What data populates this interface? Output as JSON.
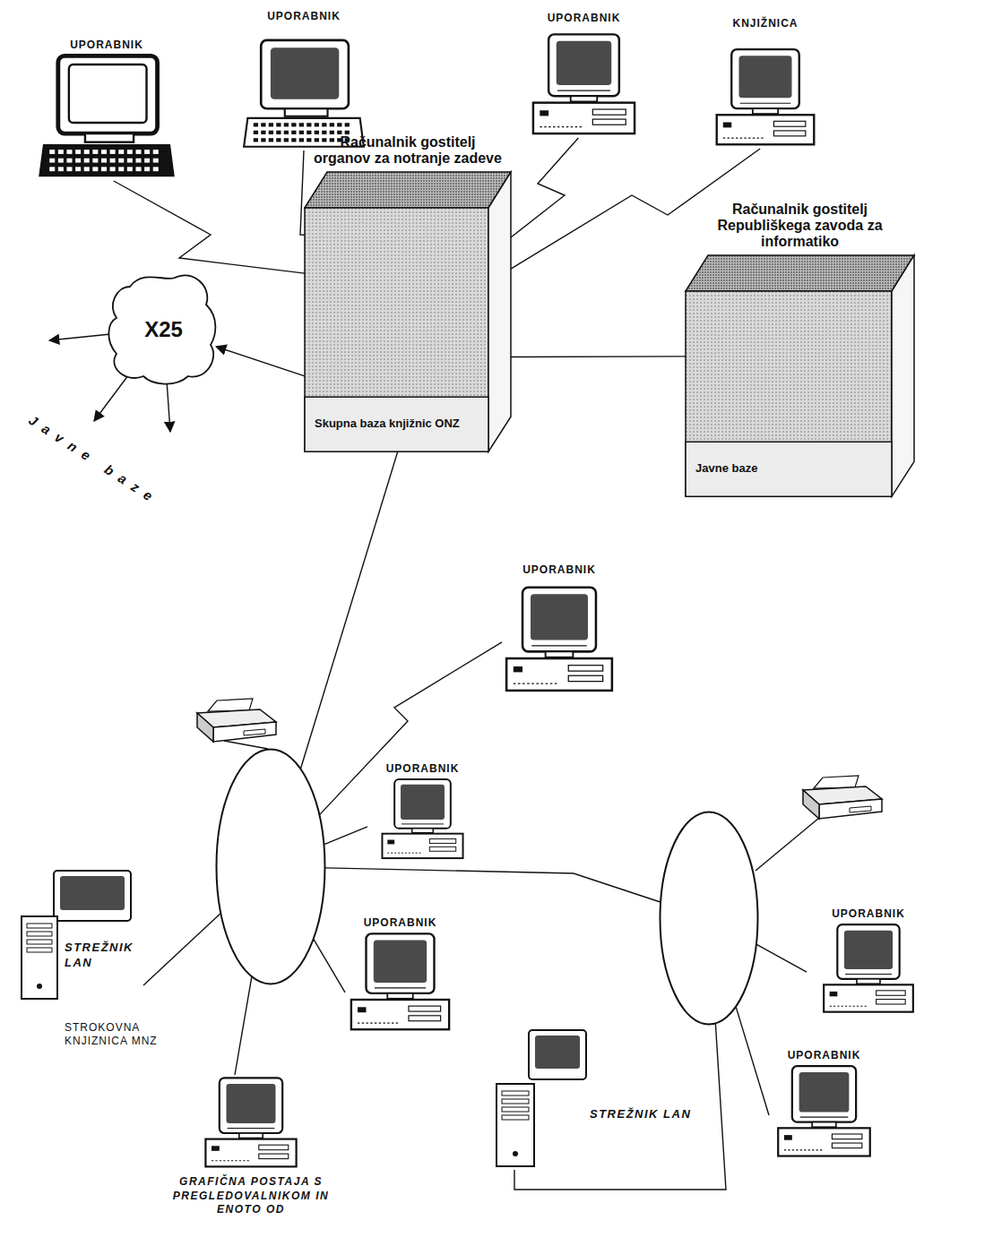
{
  "diagram": {
    "nodes": [
      {
        "text": [
          "UPORABNIK"
        ]
      },
      {
        "text": [
          "UPORABNIK"
        ]
      },
      {
        "text": [
          "UPORABNIK"
        ]
      },
      {
        "text": [
          "KNJIŽNICA"
        ]
      },
      {
        "text": [
          "Računalnik gostitelj organov za notranje zadeve",
          "Skupna baza knjižnic ONZ"
        ]
      },
      {
        "text": [
          "Računalnik gostitelj Republiškega zavoda za informatiko",
          "Javne baze"
        ]
      },
      {
        "text": [
          "X25"
        ]
      },
      {
        "text": [
          "UPORABNIK"
        ]
      },
      {
        "text": []
      },
      {
        "text": [
          "UPORABNIK"
        ]
      },
      {
        "text": [
          "UPORABNIK"
        ]
      },
      {
        "text": [
          "STREŽNIK LAN"
        ]
      },
      {
        "text": [
          "GRAFIČNA POSTAJA S PREGLEDOVALNIKOM IN ENOTO OD"
        ]
      },
      {
        "text": []
      },
      {
        "text": [
          "UPORABNIK"
        ]
      },
      {
        "text": [
          "STREŽNIK LAN"
        ]
      },
      {
        "text": [
          "UPORABNIK"
        ]
      }
    ],
    "edges": [
      {
        "from": 0,
        "to": 4,
        "arrow": "none"
      },
      {
        "from": 1,
        "to": 4,
        "arrow": "none"
      },
      {
        "from": 2,
        "to": 4,
        "arrow": "none"
      },
      {
        "from": 3,
        "to": 4,
        "arrow": "none"
      },
      {
        "from": 4,
        "to": 5,
        "arrow": "none"
      },
      {
        "from": 4,
        "to": 6,
        "arrow": "to"
      },
      {
        "from": 4,
        "to": 8,
        "arrow": "none"
      },
      {
        "from": 7,
        "to": 8,
        "arrow": "none"
      },
      {
        "from": 9,
        "to": 8,
        "arrow": "none"
      },
      {
        "from": 10,
        "to": 8,
        "arrow": "none"
      },
      {
        "from": 11,
        "to": 8,
        "arrow": "none"
      },
      {
        "from": 12,
        "to": 8,
        "arrow": "none"
      },
      {
        "from": 8,
        "to": 13,
        "arrow": "none"
      },
      {
        "from": 14,
        "to": 13,
        "arrow": "none"
      },
      {
        "from": 15,
        "to": 13,
        "arrow": "none"
      },
      {
        "from": 16,
        "to": 13,
        "arrow": "none"
      }
    ],
    "labels": [
      "Javne baze",
      "STROKOVNA KNJIZNICA MNZ"
    ]
  }
}
